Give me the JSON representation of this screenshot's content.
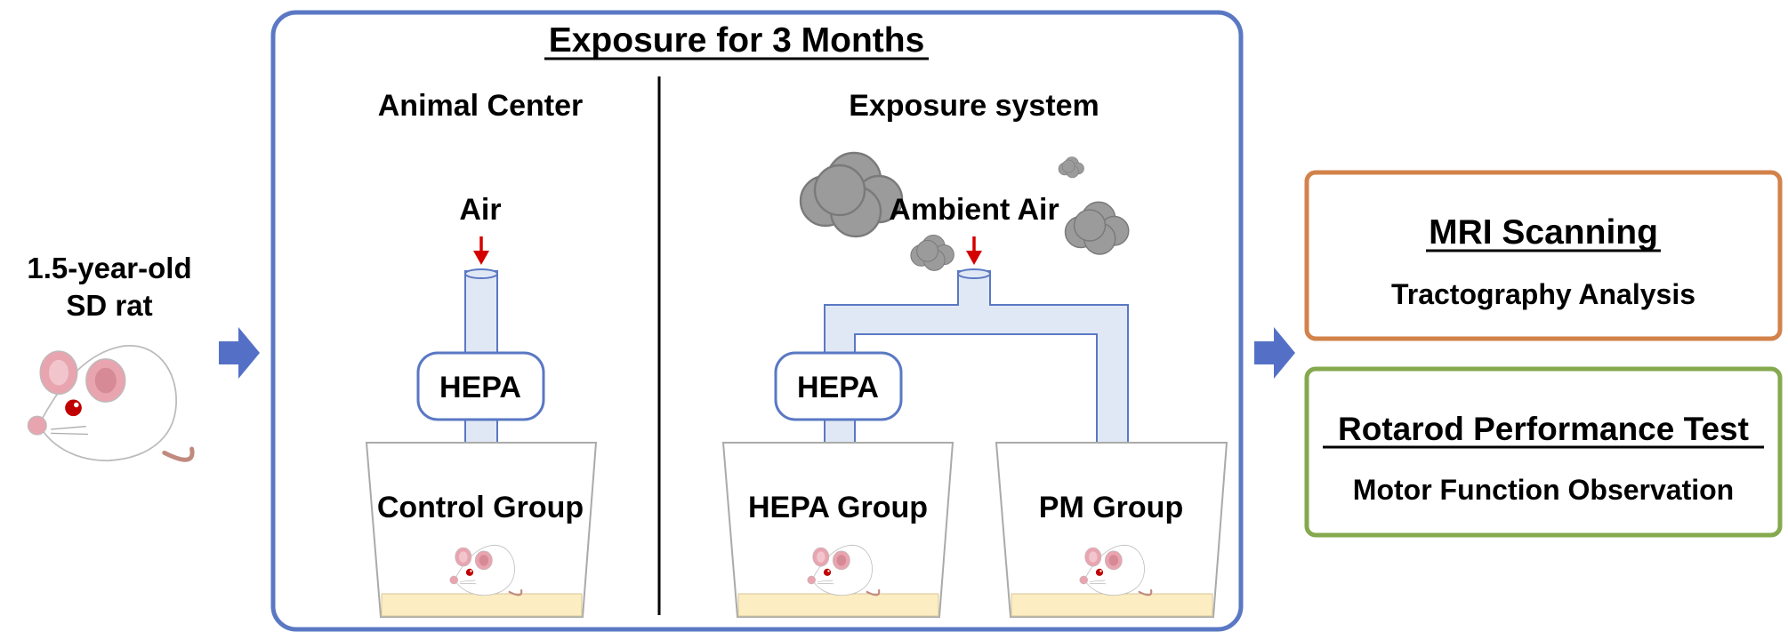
{
  "subject": {
    "line1": "1.5-year-old",
    "line2": "SD rat"
  },
  "exposure": {
    "title": "Exposure for 3 Months",
    "left_section": {
      "heading": "Animal Center",
      "air_label": "Air",
      "filter_label": "HEPA",
      "group_label": "Control Group"
    },
    "right_section": {
      "heading": "Exposure system",
      "air_label": "Ambient Air",
      "filter_label": "HEPA",
      "hepa_group_label": "HEPA Group",
      "pm_group_label": "PM Group"
    }
  },
  "outcomes": {
    "mri": {
      "title": "MRI Scanning",
      "subtitle": "Tractography Analysis"
    },
    "rotarod": {
      "title": "Rotarod Performance Test",
      "subtitle": "Motor Function Observation"
    }
  },
  "colors": {
    "frame_blue": "#5A78C3",
    "flow_arrow_blue": "#5470C6",
    "pipe_fill": "#E1E8F5",
    "pipe_stroke": "#5A78C3",
    "red_arrow": "#D40000",
    "cloud_gray": "#9B9B9B",
    "mri_border": "#D2824A",
    "rotarod_border": "#84A94E",
    "bedding": "#FCEDC2",
    "rat_ear": "#E8A5B0",
    "rat_eye": "#C00000",
    "rat_tail": "#C08A7E"
  }
}
